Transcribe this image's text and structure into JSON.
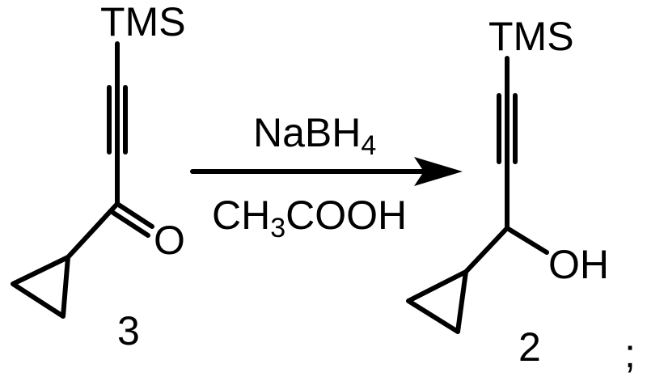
{
  "reactant": {
    "tms_label": "TMS",
    "oxygen_label": "O",
    "compound_number": "3"
  },
  "reagents": {
    "top_main": "NaBH",
    "top_subscript": "4",
    "bottom_prefix": "CH",
    "bottom_subscript": "3",
    "bottom_suffix": "COOH"
  },
  "product": {
    "tms_label": "TMS",
    "hydroxyl_label": "OH",
    "compound_number": "2"
  },
  "terminator": ";"
}
